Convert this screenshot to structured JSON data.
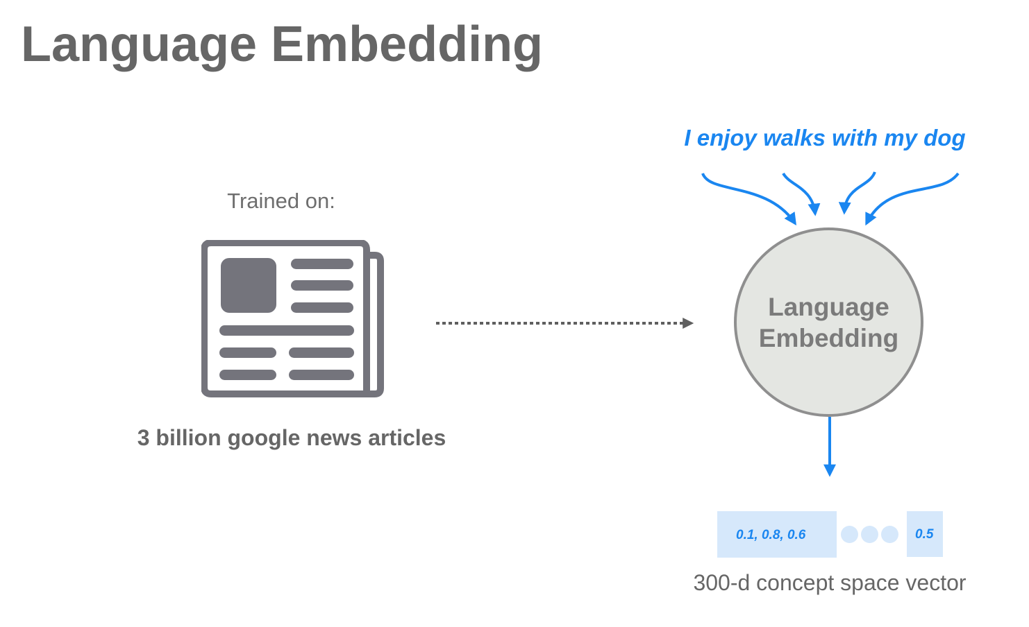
{
  "title": "Language Embedding",
  "training": {
    "label": "Trained on:",
    "source_icon": "newspaper-icon",
    "source_caption": "3 billion google news articles"
  },
  "input": {
    "sentence": "I enjoy walks with my dog"
  },
  "model": {
    "label_line1": "Language",
    "label_line2": "Embedding"
  },
  "output": {
    "values": "0.1,  0.8,   0.6",
    "last_value": "0.5",
    "caption": "300-d concept space vector"
  },
  "colors": {
    "title_gray": "#666666",
    "accent_blue": "#1a86f0",
    "icon_gray": "#74747c",
    "circle_fill": "#e4e6e2",
    "circle_border": "#8f8f8f",
    "vector_fill": "#d6e8fb"
  }
}
